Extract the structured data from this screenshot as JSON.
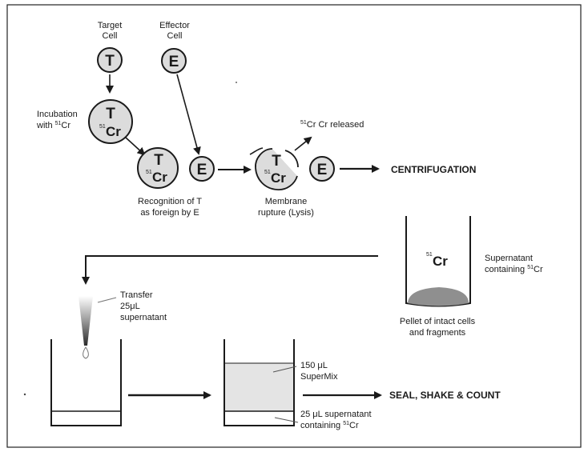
{
  "labels": {
    "target_cell": [
      "Target",
      "Cell"
    ],
    "effector_cell": [
      "Effector",
      "Cell"
    ],
    "incubation": [
      "Incubation",
      "with "
    ],
    "incubation_isotope": "Cr",
    "isotope_mass": "51",
    "cr_released": " Cr released",
    "recognition": [
      "Recognition of T",
      "as foreign by E"
    ],
    "membrane": [
      "Membrane",
      "rupture (Lysis)"
    ],
    "centrifugation": "CENTRIFUGATION",
    "supernatant": [
      "Supernatant",
      "containing "
    ],
    "pellet": [
      "Pellet of intact cells",
      "and fragments"
    ],
    "transfer": [
      "Transfer",
      "25μL",
      "supernatant"
    ],
    "supermix": [
      "150 μL",
      "SuperMix"
    ],
    "supernatant_small": [
      "25 μL supernatant",
      "containing "
    ],
    "seal": "SEAL, SHAKE & COUNT"
  },
  "cells": {
    "target": "T",
    "effector": "E",
    "chromium": "Cr"
  },
  "colors": {
    "cell_fill": "#dcdcdc",
    "supermix_fill": "#e4e4e4",
    "pellet_fill": "#8f8f8f",
    "ink": "#1a1a1a"
  }
}
